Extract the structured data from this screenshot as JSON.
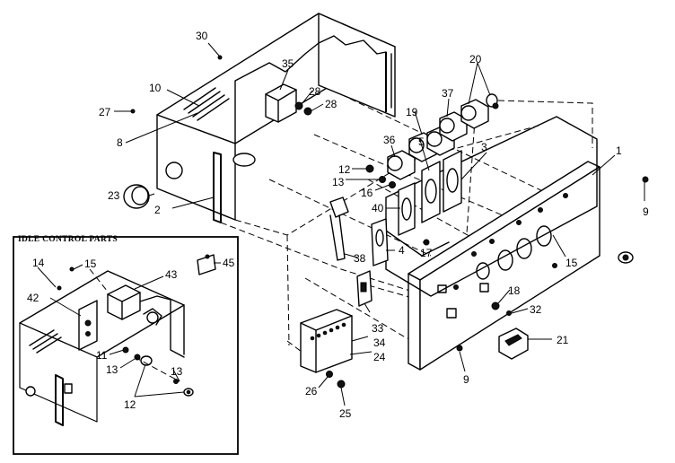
{
  "inset": {
    "title": "IDLE CONTROL PARTS"
  },
  "labels": {
    "l1": "1",
    "l2": "2",
    "l3": "3",
    "l4": "4",
    "l5": "5",
    "l8": "8",
    "l9a": "9",
    "l9b": "9",
    "l10": "10",
    "l11": "11",
    "l12a": "12",
    "l12b": "12",
    "l13a": "13",
    "l13b": "13",
    "l13c": "13",
    "l14": "14",
    "l15a": "15",
    "l15b": "15",
    "l16": "16",
    "l17": "17",
    "l18": "18",
    "l19": "19",
    "l20": "20",
    "l21": "21",
    "l23": "23",
    "l24": "24",
    "l25": "25",
    "l26": "26",
    "l27": "27",
    "l28a": "28",
    "l28b": "28",
    "l30": "30",
    "l32": "32",
    "l33": "33",
    "l34": "34",
    "l35": "35",
    "l36": "36",
    "l37": "37",
    "l38": "38",
    "l40": "40",
    "l42": "42",
    "l43": "43",
    "l45": "45"
  }
}
